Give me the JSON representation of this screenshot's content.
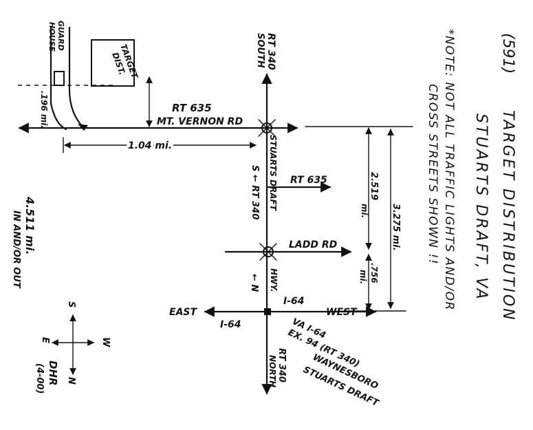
{
  "title": {
    "code": "(591)",
    "name": "TARGET DISTRIBUTION",
    "location": "STUARTS DRAFT, VA"
  },
  "note": {
    "line1": "*NOTE: NOT ALL TRAFFIC LIGHTS AND/OR",
    "line2": "CROSS STREETS SHOWN !!"
  },
  "buildings": {
    "guard_house": {
      "line1": "GUARD",
      "line2": "HOUSE"
    },
    "target_dist": {
      "line1": "TARGET",
      "line2": "DIST."
    }
  },
  "roads": {
    "rt635_top": "RT 635",
    "mt_vernon": "MT. VERNON RD",
    "rt340_south_line1": "RT 340",
    "rt340_south_line2": "SOUTH",
    "rt635_mid": "RT 635",
    "ladd": "LADD RD",
    "stuarts_draft": "STUARTS DRAFT",
    "s_rt340": "S ← RT 340",
    "n_label": "← N",
    "hwy": "HWY.",
    "i64_east_label": "EAST",
    "i64_left": "I-64",
    "i64_right": "I-64",
    "i64_west_label": "WEST",
    "exit_line1": "VA I-64",
    "exit_line2": "EX. 94 (RT 340)",
    "exit_line3": "WAYNESBORO",
    "exit_line4": "STUARTS DRAFT",
    "rt340_north_line1": "RT 340",
    "rt340_north_line2": "NORTH"
  },
  "distances": {
    "d196": ".196 mi.",
    "d104": "1.04 mi.",
    "d2519_a": "2.519",
    "d2519_b": "mi.",
    "d3275": "3.275 mi.",
    "d756_a": ".756",
    "d756_b": "mi.",
    "total_line1": "4.511 mi.",
    "total_line2": "IN AND/OR OUT"
  },
  "compass": {
    "s": "S",
    "n": "N",
    "e": "E",
    "w": "W"
  },
  "signature": {
    "line1": "DHR",
    "line2": "(4-00)"
  }
}
